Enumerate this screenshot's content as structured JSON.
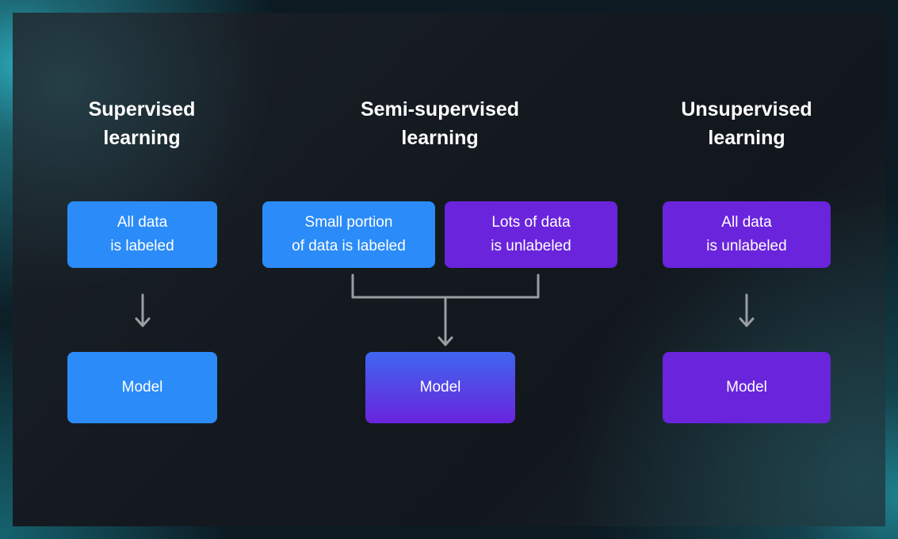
{
  "columns": {
    "supervised": {
      "title_line1": "Supervised",
      "title_line2": "learning",
      "input": {
        "line1": "All data",
        "line2": "is labeled"
      },
      "model": "Model"
    },
    "semi_supervised": {
      "title_line1": "Semi-supervised",
      "title_line2": "learning",
      "input_labeled": {
        "line1": "Small portion",
        "line2": "of data is labeled"
      },
      "input_unlabeled": {
        "line1": "Lots of data",
        "line2": "is unlabeled"
      },
      "model": "Model"
    },
    "unsupervised": {
      "title_line1": "Unsupervised",
      "title_line2": "learning",
      "input": {
        "line1": "All data",
        "line2": "is unlabeled"
      },
      "model": "Model"
    }
  },
  "colors": {
    "labeled": "#2b8bf8",
    "unlabeled": "#6a24dc",
    "arrow": "#9a9da1"
  }
}
